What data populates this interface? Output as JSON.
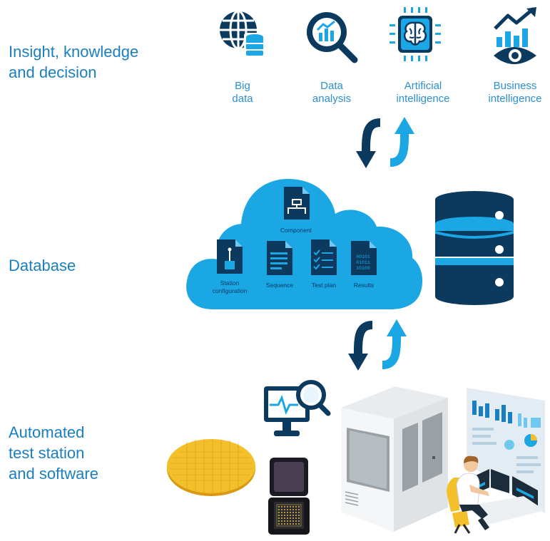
{
  "sections": {
    "insight": "Insight, knowledge\nand decision",
    "database": "Database",
    "station": "Automated\ntest station\nand software"
  },
  "icons": [
    {
      "id": "big-data",
      "label": "Big\ndata",
      "icon": "globe-database-icon"
    },
    {
      "id": "data-analysis",
      "label": "Data\nanalysis",
      "icon": "magnifier-chart-icon"
    },
    {
      "id": "ai",
      "label": "Artificial\nintelligence",
      "icon": "chip-brain-icon"
    },
    {
      "id": "bi",
      "label": "Business\nintelligence",
      "icon": "eye-chart-icon"
    }
  ],
  "cloud": {
    "component": "Component",
    "station_configuration_1": "Station",
    "station_configuration_2": "configuration",
    "sequence": "Sequence",
    "test_plan": "Test plan",
    "results": "Results",
    "binary_1": "00101",
    "binary_2": "01011",
    "binary_3": "10100"
  },
  "colors": {
    "dark_navy": "#0b3a5e",
    "light_blue": "#1aa7e4",
    "label_blue": "#1a7fc1",
    "gold": "#f3bf2a"
  }
}
